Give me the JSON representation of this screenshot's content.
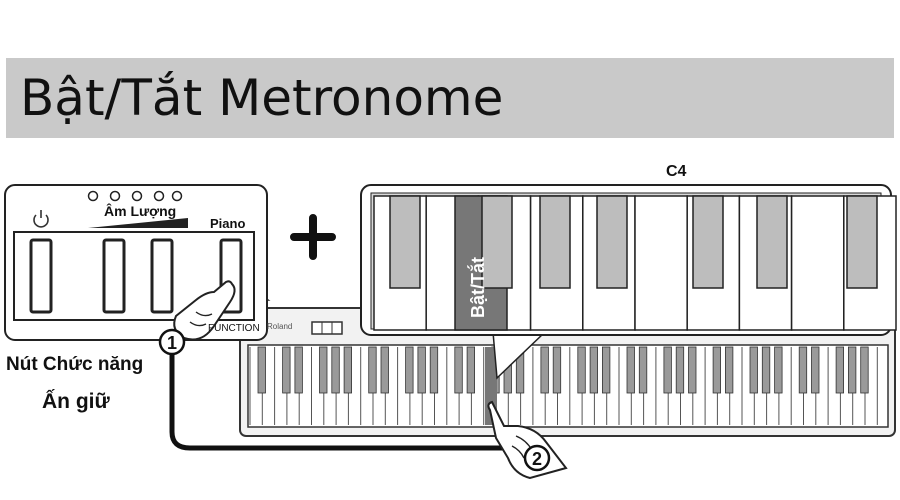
{
  "header": {
    "title": "Bật/Tắt Metronome"
  },
  "panel": {
    "volume_label": "Âm Lượng",
    "piano_label": "Piano",
    "function_label": "FUNCTION",
    "brand": "Roland"
  },
  "steps": {
    "step1": "1",
    "step2": "2"
  },
  "keyboard": {
    "note_label": "C4",
    "key_label": "Bật/Tắt",
    "plus": "+"
  },
  "instructions": {
    "line1": "Nút Chức năng",
    "line2": "Ấn giữ"
  }
}
